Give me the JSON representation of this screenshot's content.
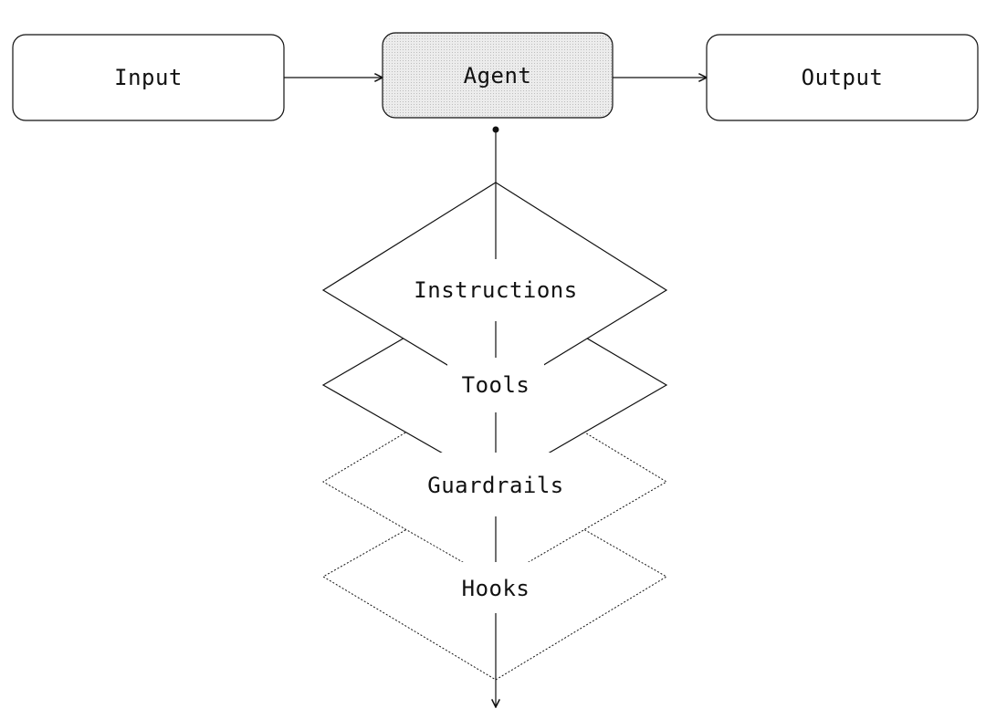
{
  "nodes": {
    "input": "Input",
    "agent": "Agent",
    "output": "Output"
  },
  "layers": {
    "instructions": "Instructions",
    "tools": "Tools",
    "guardrails": "Guardrails",
    "hooks": "Hooks"
  },
  "colors": {
    "stroke": "#111111",
    "agent_fill": "#e6e6e6",
    "background": "#ffffff"
  }
}
